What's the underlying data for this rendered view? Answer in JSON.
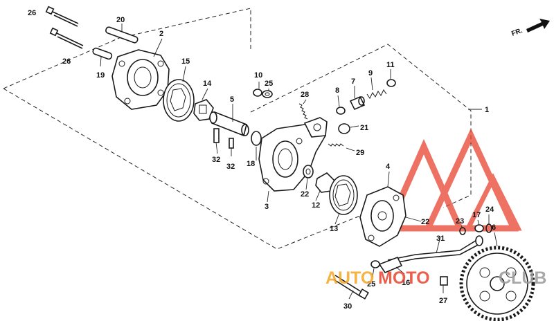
{
  "direction_marker": {
    "text": "FR.",
    "icon": "front-direction-arrow-icon"
  },
  "watermark": {
    "text_a": "AUTO",
    "text_b": "MOTO",
    "text_c": "CLUB",
    "color_orange": "#f5a623",
    "color_red": "#e8442f",
    "color_grey": "#9a9a9a"
  },
  "part_labels": {
    "p1": "1",
    "p2": "2",
    "p3": "3",
    "p4": "4",
    "p5": "5",
    "p6": "6",
    "p7": "7",
    "p8": "8",
    "p9": "9",
    "p10": "10",
    "p11": "11",
    "p12": "12",
    "p13a": "13",
    "p13b": "13",
    "p14": "14",
    "p15": "15",
    "p16": "16",
    "p17": "17",
    "p18": "18",
    "p19": "19",
    "p20": "20",
    "p21": "21",
    "p22a": "22",
    "p22b": "22",
    "p23": "23",
    "p24": "24",
    "p25a": "25",
    "p25b": "25",
    "p26a": "26",
    "p26b": "26",
    "p27": "27",
    "p28": "28",
    "p29": "29",
    "p30": "30",
    "p31": "31",
    "p32a": "32",
    "p32b": "32"
  }
}
